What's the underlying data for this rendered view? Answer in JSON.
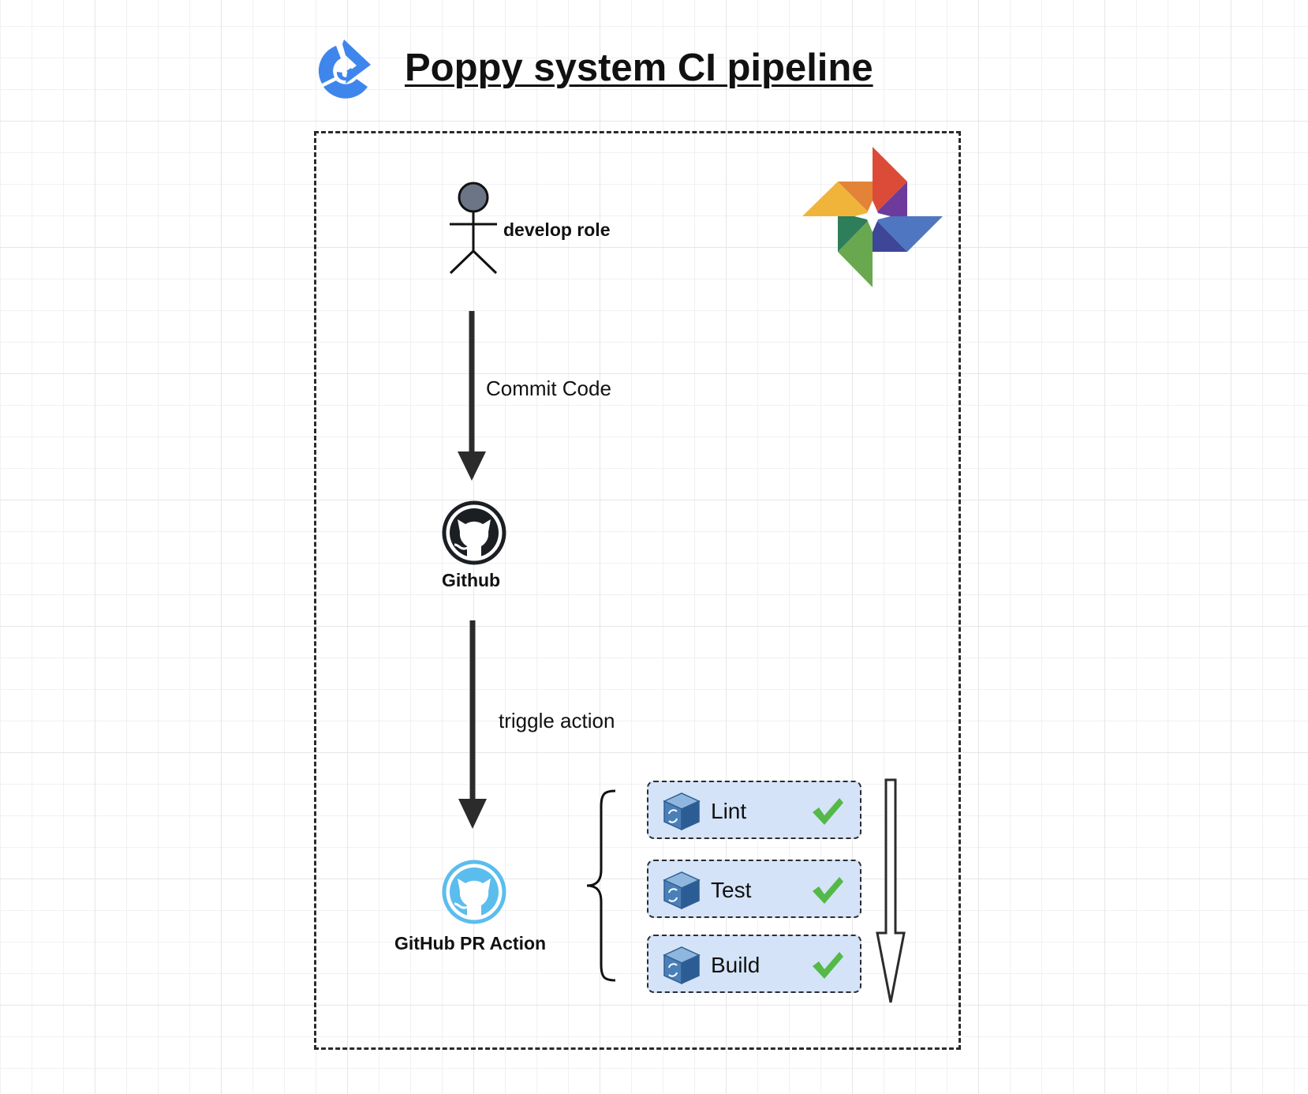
{
  "title": "Poppy system CI pipeline",
  "nodes": {
    "developer": "develop role",
    "github": "Github",
    "pr_action": "GitHub PR Action"
  },
  "edges": {
    "commit": "Commit Code",
    "trigger": "triggle action"
  },
  "steps": [
    {
      "label": "Lint",
      "icon": "cube-sync-icon",
      "status": "check-icon"
    },
    {
      "label": "Test",
      "icon": "cube-sync-icon",
      "status": "check-icon"
    },
    {
      "label": "Build",
      "icon": "cube-sync-icon",
      "status": "check-icon"
    }
  ],
  "colors": {
    "logo_blue": "#3f86ec",
    "github_dark": "#1b1f23",
    "github_action_blue": "#5bbdee",
    "step_fill": "#d4e3f7",
    "check_green": "#54b948"
  }
}
